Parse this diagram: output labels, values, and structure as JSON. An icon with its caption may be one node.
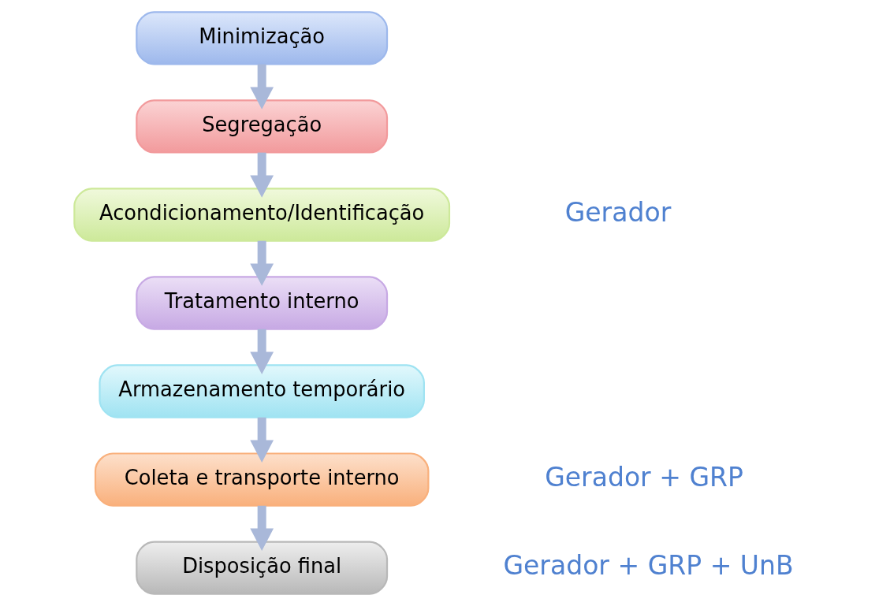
{
  "diagram": {
    "nodes": [
      {
        "text": [
          "Minimização"
        ]
      },
      {
        "text": [
          "Segregação"
        ]
      },
      {
        "text": [
          "Acondicionamento/Identificação"
        ]
      },
      {
        "text": [
          "Tratamento interno"
        ]
      },
      {
        "text": [
          "Armazenamento temporário"
        ]
      },
      {
        "text": [
          "Coleta e transporte interno"
        ]
      },
      {
        "text": [
          "Disposição final"
        ]
      }
    ],
    "edges": [
      {
        "from": 0,
        "to": 1,
        "arrow": "to"
      },
      {
        "from": 1,
        "to": 2,
        "arrow": "to"
      },
      {
        "from": 2,
        "to": 3,
        "arrow": "to"
      },
      {
        "from": 3,
        "to": 4,
        "arrow": "to"
      },
      {
        "from": 4,
        "to": 5,
        "arrow": "to"
      },
      {
        "from": 5,
        "to": 6,
        "arrow": "to"
      }
    ],
    "labels": [
      "Gerador",
      "Gerador + GRP",
      "Gerador + GRP + UnB"
    ]
  }
}
